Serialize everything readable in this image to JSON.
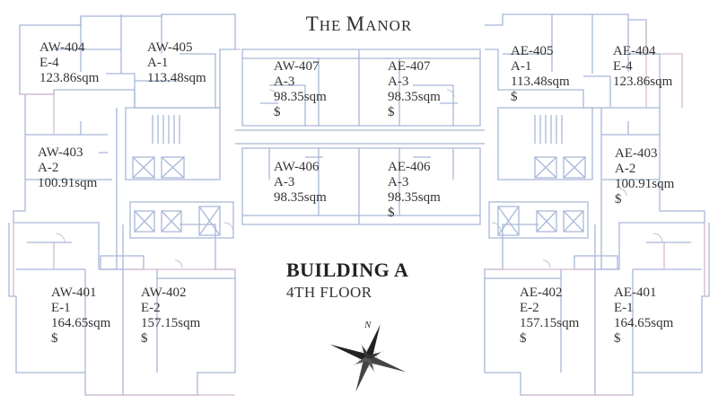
{
  "title": {
    "first": "T",
    "first_rest": "HE ",
    "second": "M",
    "second_rest": "ANOR"
  },
  "building": {
    "name": "BUILDING A",
    "floor": "4TH FLOOR"
  },
  "compass": {
    "north_label": "N"
  },
  "colors": {
    "wall_blue": "#9fb4d6",
    "wall_pink": "#d6b8cf",
    "wall_dark": "#8c93a8",
    "text": "#333333"
  },
  "units": [
    {
      "id": "AW-404",
      "type": "E-4",
      "area": "123.86sqm",
      "price": ""
    },
    {
      "id": "AW-405",
      "type": "A-1",
      "area": "113.48sqm",
      "price": ""
    },
    {
      "id": "AW-407",
      "type": "A-3",
      "area": "98.35sqm",
      "price": "$"
    },
    {
      "id": "AE-407",
      "type": "A-3",
      "area": "98.35sqm",
      "price": "$"
    },
    {
      "id": "AE-405",
      "type": "A-1",
      "area": "113.48sqm",
      "price": "$"
    },
    {
      "id": "AE-404",
      "type": "E-4",
      "area": "123.86sqm",
      "price": ""
    },
    {
      "id": "AW-403",
      "type": "A-2",
      "area": "100.91sqm",
      "price": ""
    },
    {
      "id": "AW-406",
      "type": "A-3",
      "area": "98.35sqm",
      "price": ""
    },
    {
      "id": "AE-406",
      "type": "A-3",
      "area": "98.35sqm",
      "price": "$"
    },
    {
      "id": "AE-403",
      "type": "A-2",
      "area": "100.91sqm",
      "price": "$"
    },
    {
      "id": "AW-401",
      "type": "E-1",
      "area": "164.65sqm",
      "price": "$"
    },
    {
      "id": "AW-402",
      "type": "E-2",
      "area": "157.15sqm",
      "price": "$"
    },
    {
      "id": "AE-402",
      "type": "E-2",
      "area": "157.15sqm",
      "price": "$"
    },
    {
      "id": "AE-401",
      "type": "E-1",
      "area": "164.65sqm",
      "price": "$"
    }
  ]
}
